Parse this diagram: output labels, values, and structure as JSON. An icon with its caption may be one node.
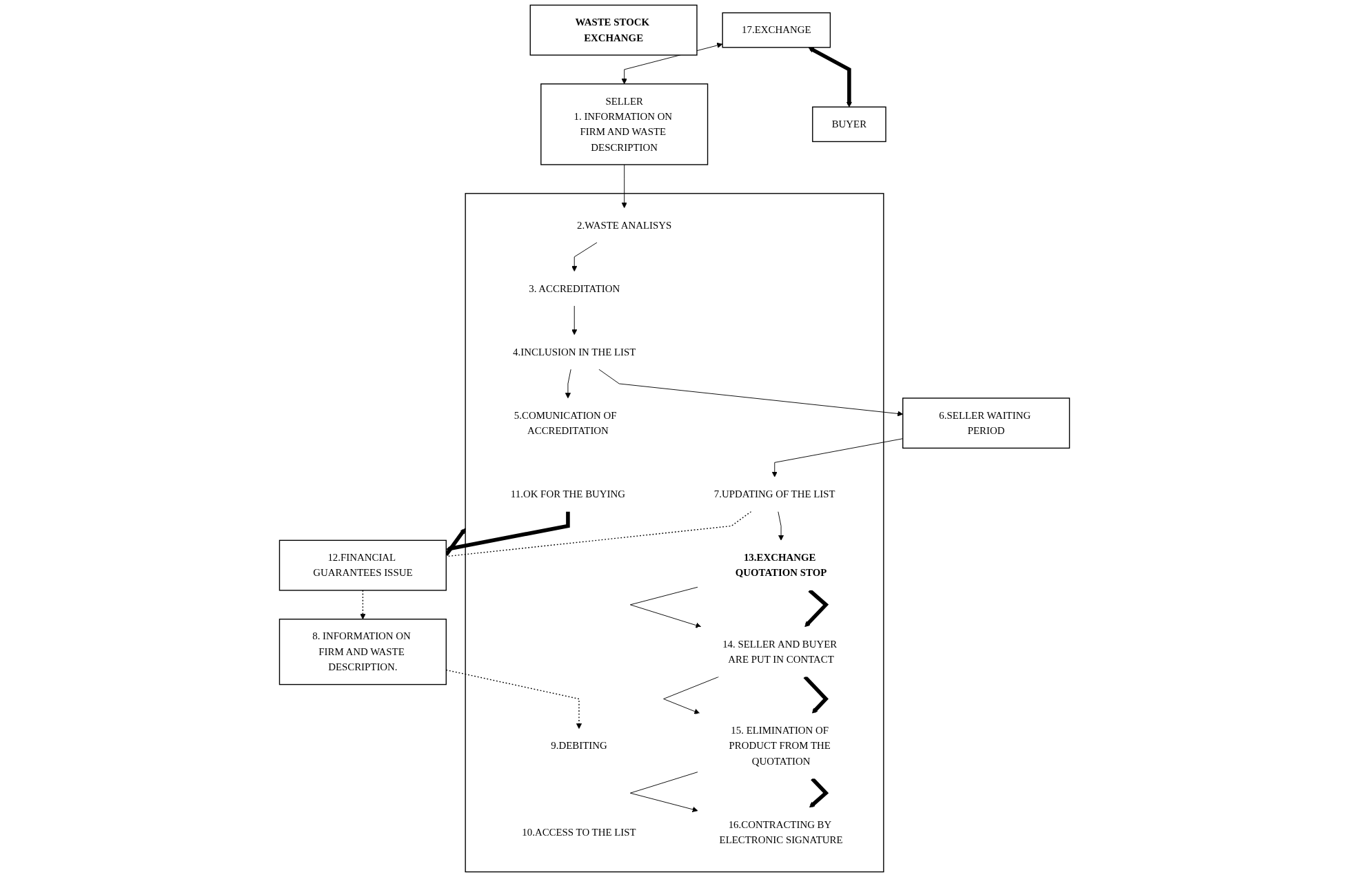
{
  "diagram": {
    "nodes": [
      {
        "text": [
          "WASTE STOCK EXCHANGE"
        ]
      },
      {
        "text": [
          "SELLER",
          "1. INFORMATION ON FIRM AND WASTE DESCRIPTION"
        ]
      },
      {
        "text": [
          "BUYER"
        ]
      },
      {
        "text": [
          "8. INFORMATION ON FIRM AND WASTE DESCRIPTION."
        ]
      },
      {
        "text": [],
        "shape": "box"
      },
      {
        "text": [
          "2.WASTE ANALISYS"
        ],
        "in": 4
      },
      {
        "text": [
          "3.  ACCREDITATION"
        ],
        "in": 4
      },
      {
        "text": [
          "9.DEBITING"
        ],
        "in": 4
      },
      {
        "text": [
          "4.INCLUSION IN THE LIST"
        ],
        "in": 4
      },
      {
        "text": [
          "10.ACCESS TO THE LIST"
        ],
        "in": 4
      },
      {
        "text": [
          "5.COMUNICATION OF  ACCREDITATION"
        ],
        "in": 4
      },
      {
        "text": [
          "11.OK FOR THE BUYING"
        ],
        "in": 4
      },
      {
        "text": [
          "7.UPDATING OF THE LIST"
        ],
        "in": 4
      },
      {
        "text": [
          "13.EXCHANGE QUOTATION STOP"
        ],
        "in": 4
      },
      {
        "text": [
          "14. SELLER AND BUYER ARE PUT IN CONTACT"
        ],
        "in": 4
      },
      {
        "text": [
          "15. ELIMINATION OF PRODUCT FROM THE QUOTATION"
        ],
        "in": 4
      },
      {
        "text": [
          "16.CONTRACTING BY ELECTRONIC SIGNATURE"
        ],
        "in": 4
      },
      {
        "text": [
          "6.SELLER WAITING PERIOD"
        ]
      },
      {
        "text": [
          "12.FINANCIAL GUARANTEES ISSUE"
        ]
      },
      {
        "text": [
          "17.EXCHANGE"
        ]
      }
    ],
    "edges": [
      {
        "from": 1,
        "to": 5,
        "arrow": "to"
      },
      {
        "from": 5,
        "to": 6,
        "arrow": "to"
      },
      {
        "from": 6,
        "to": 8,
        "arrow": "to"
      },
      {
        "from": 8,
        "to": 10,
        "arrow": "to"
      },
      {
        "from": 8,
        "to": 17,
        "arrow": "to"
      },
      {
        "from": 17,
        "to": 12,
        "arrow": "to"
      },
      {
        "from": 3,
        "to": 7,
        "arrow": "to",
        "style": "dashed"
      },
      {
        "from": 12,
        "to": 18,
        "arrow": "none",
        "style": "dashed"
      },
      {
        "from": 18,
        "to": 3,
        "arrow": "to",
        "style": "dashed"
      },
      {
        "from": 11,
        "to": 18,
        "arrow": "to",
        "style": "thick"
      },
      {
        "from": 18,
        "to": 4,
        "arrow": "to",
        "style": "thick"
      },
      {
        "from": 12,
        "to": 13,
        "arrow": "to"
      },
      {
        "from": 13,
        "to": 14,
        "arrow": "to"
      },
      {
        "from": 13,
        "to": 14,
        "arrow": "to",
        "style": "thick"
      },
      {
        "from": 14,
        "to": 15,
        "arrow": "to"
      },
      {
        "from": 14,
        "to": 15,
        "arrow": "to",
        "style": "thick"
      },
      {
        "from": 15,
        "to": 16,
        "arrow": "to"
      },
      {
        "from": 15,
        "to": 16,
        "arrow": "to",
        "style": "thick"
      },
      {
        "from": 19,
        "to": 1,
        "arrow": "both"
      },
      {
        "from": 19,
        "to": 2,
        "arrow": "both",
        "style": "thick"
      }
    ]
  }
}
